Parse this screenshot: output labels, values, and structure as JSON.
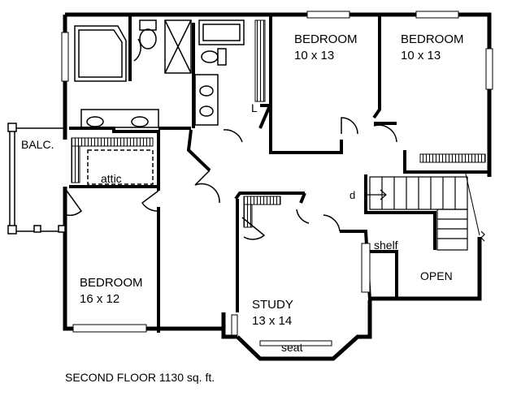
{
  "plan": {
    "caption": "SECOND FLOOR  1130  sq. ft.",
    "rooms": {
      "bedroom_ne_left": {
        "name": "BEDROOM",
        "size": "10 x 13"
      },
      "bedroom_ne_right": {
        "name": "BEDROOM",
        "size": "10 x 13"
      },
      "bedroom_sw": {
        "name": "BEDROOM",
        "size": "16 x 12"
      },
      "study": {
        "name": "STUDY",
        "size": "13 x 14"
      }
    },
    "labels": {
      "balcony": "BALC.",
      "attic": "attic",
      "shelf": "shelf",
      "open": "OPEN",
      "seat": "seat",
      "linen": "L",
      "stair_down": "d"
    },
    "colors": {
      "line": "#000000",
      "background": "#ffffff"
    }
  }
}
